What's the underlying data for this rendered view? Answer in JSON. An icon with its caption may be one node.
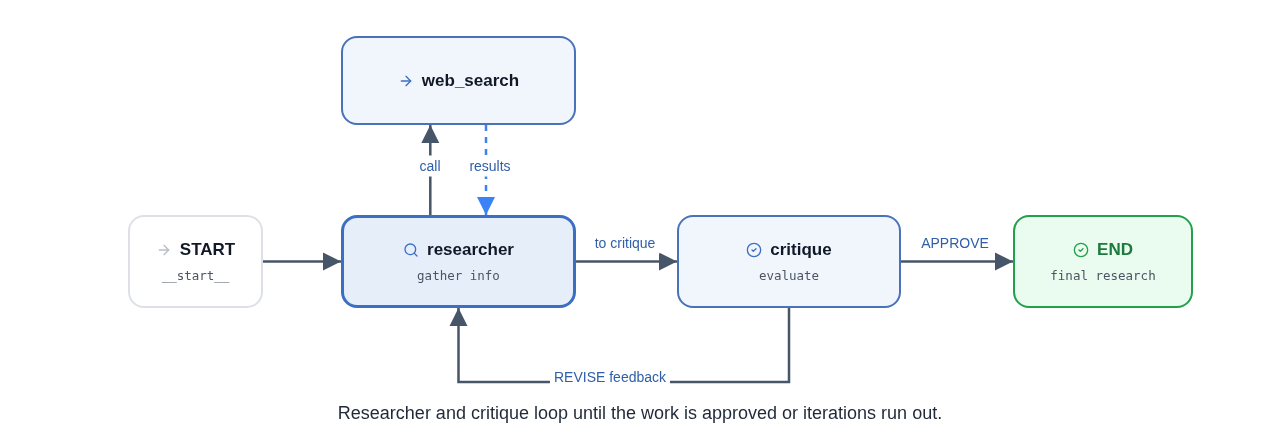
{
  "diagram": {
    "caption": "Researcher and critique loop until the work is approved or iterations run out.",
    "nodes": [
      {
        "text": [
          "START",
          "__start__"
        ]
      },
      {
        "text": [
          "web_search"
        ]
      },
      {
        "text": [
          "researcher",
          "gather info"
        ]
      },
      {
        "text": [
          "critique",
          "evaluate"
        ]
      },
      {
        "text": [
          "END",
          "final research"
        ]
      }
    ],
    "edges": [
      {
        "from": 0,
        "to": 2,
        "arrow": "to"
      },
      {
        "from": 2,
        "to": 1,
        "arrow": "to",
        "label": "call"
      },
      {
        "from": 1,
        "to": 2,
        "arrow": "to",
        "label": "results",
        "style": "dashed",
        "color": "#3b82f6"
      },
      {
        "from": 2,
        "to": 3,
        "arrow": "to",
        "label": "to critique"
      },
      {
        "from": 3,
        "to": 4,
        "arrow": "to",
        "label": "APPROVE"
      },
      {
        "from": 3,
        "to": 2,
        "arrow": "to",
        "label": "REVISE feedback"
      }
    ]
  }
}
